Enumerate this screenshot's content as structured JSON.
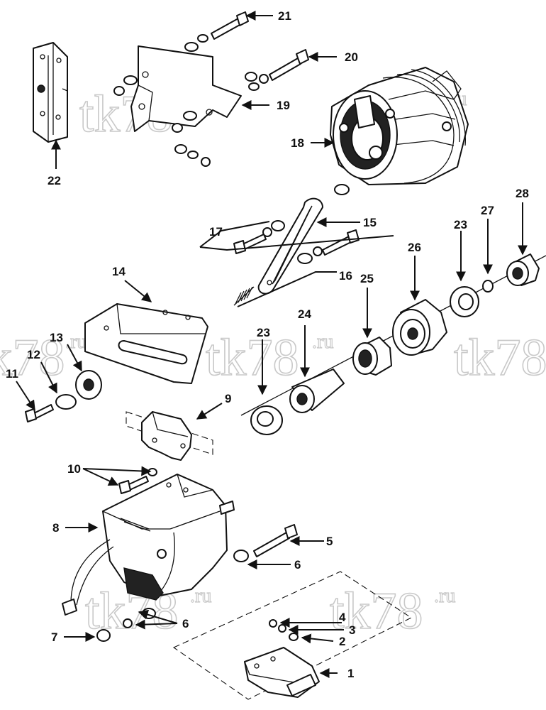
{
  "watermark": {
    "main": "tk78",
    "suffix": ".ru"
  },
  "callouts": [
    "1",
    "2",
    "3",
    "4",
    "5",
    "6",
    "6",
    "7",
    "8",
    "9",
    "10",
    "11",
    "12",
    "13",
    "14",
    "15",
    "16",
    "17",
    "18",
    "19",
    "20",
    "21",
    "22",
    "23",
    "23",
    "24",
    "25",
    "26",
    "27",
    "28"
  ]
}
